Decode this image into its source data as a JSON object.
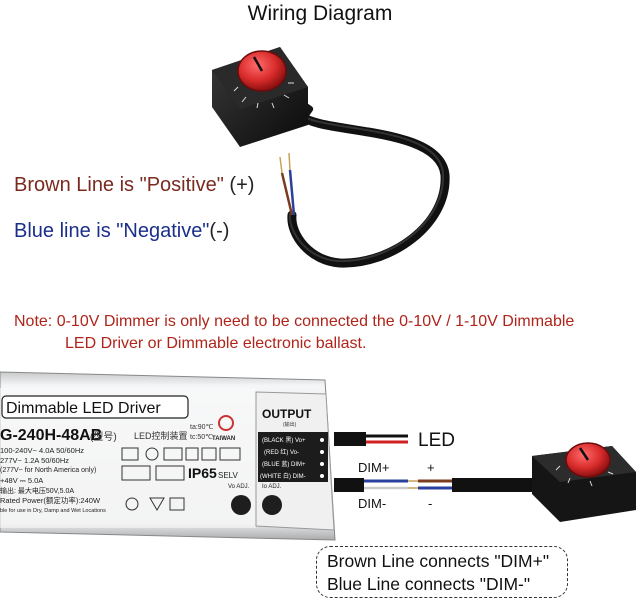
{
  "diagram": {
    "title": "Wiring Diagram",
    "brown_text": "Brown Line is \"Positive\"",
    "brown_sign": "(+)",
    "blue_text": "Blue line is \"Negative\"",
    "blue_sign": "(-)",
    "note_line1": "Note: 0-10V Dimmer is only need to be connected the 0-10V / 1-10V Dimmable",
    "note_line2": "LED Driver or Dimmable electronic ballast.",
    "led_label": "LED",
    "dim_plus": "DIM+",
    "dim_minus": "DIM-",
    "plus_sign": "+",
    "minus_sign": "-",
    "callout_line1": "Brown Line connects \"DIM+\"",
    "callout_line2": "Blue Line connects \"DIM-\""
  },
  "driver": {
    "label": "Dimmable LED Driver",
    "model": "G-240H-48AB",
    "model_suffix": "(型号)",
    "led_control": "LED控制装置",
    "ta": "ta:90℃",
    "tc": "tc:50℃",
    "brand": "TAIWAN",
    "spec1": "100-240V~  4.0A    50/60Hz",
    "spec2": "277V~       1.2A    50/60Hz",
    "spec3": "(277V~ for North America only)",
    "spec4": "+48V ⎓ 5.0A",
    "spec5": "输出: 最大电压50V,5.0A",
    "spec6": "Rated Power(额定功率):240W",
    "spec7": "ble for use in Dry, Damp and Wet Locations",
    "ip": "IP65",
    "selv": "SELV",
    "vo_adj": "Vo ADJ.",
    "io_adj": "Io ADJ.",
    "output": "OUTPUT",
    "output_sub": "(输出)",
    "wire_black": "(BLACK 黑) Vo+",
    "wire_red": "(RED 红) Vo-",
    "wire_blue": "(BLUE 蓝) DIM+",
    "wire_white": "(WHITE 白) DIM-"
  }
}
